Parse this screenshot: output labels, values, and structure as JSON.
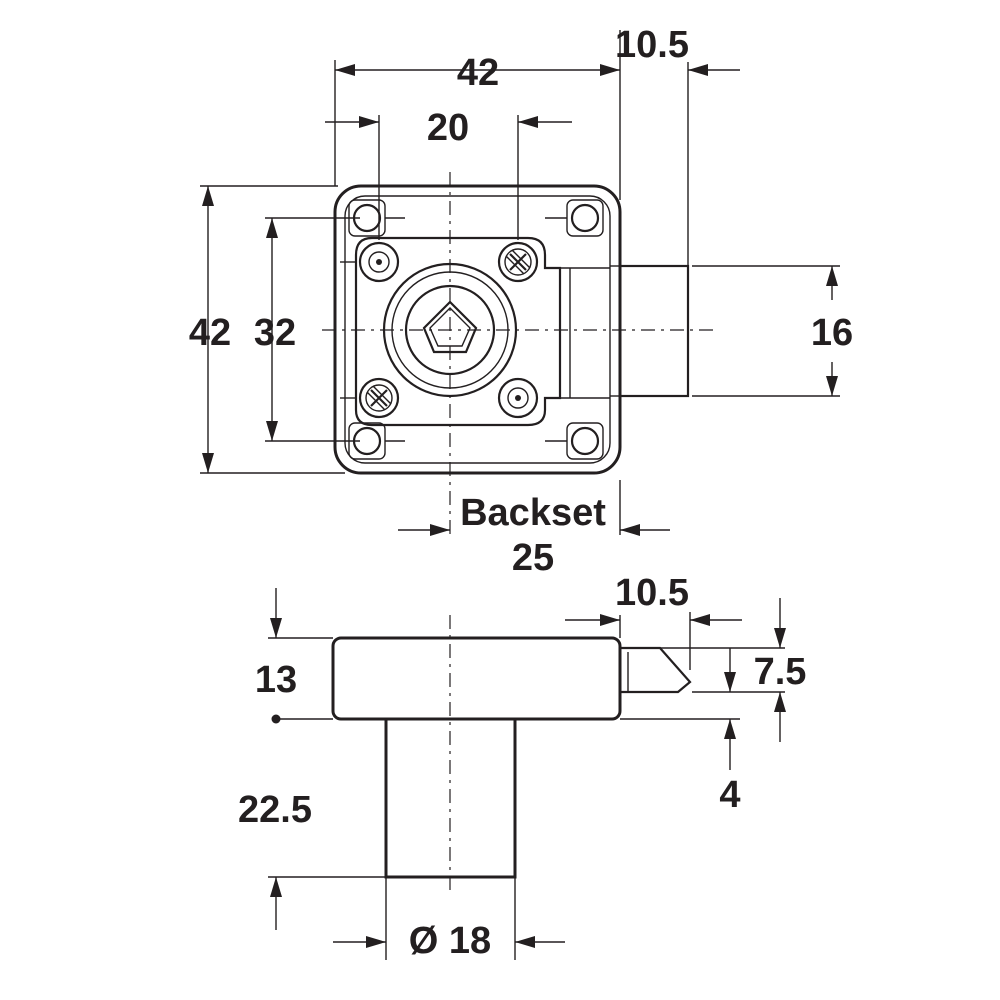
{
  "top_view": {
    "width_label": "42",
    "bolt_extension_label": "10.5",
    "hole_spacing_h_label": "20",
    "height_label": "42",
    "hole_spacing_v_label": "32",
    "bolt_height_label": "16",
    "backset_label": "Backset",
    "backset_value_label": "25"
  },
  "side_view": {
    "bolt_extension_label": "10.5",
    "body_thickness_label": "13",
    "bolt_thickness_label": "7.5",
    "bolt_offset_label": "4",
    "cylinder_length_label": "22.5",
    "cylinder_diameter_label": "Ø 18"
  }
}
